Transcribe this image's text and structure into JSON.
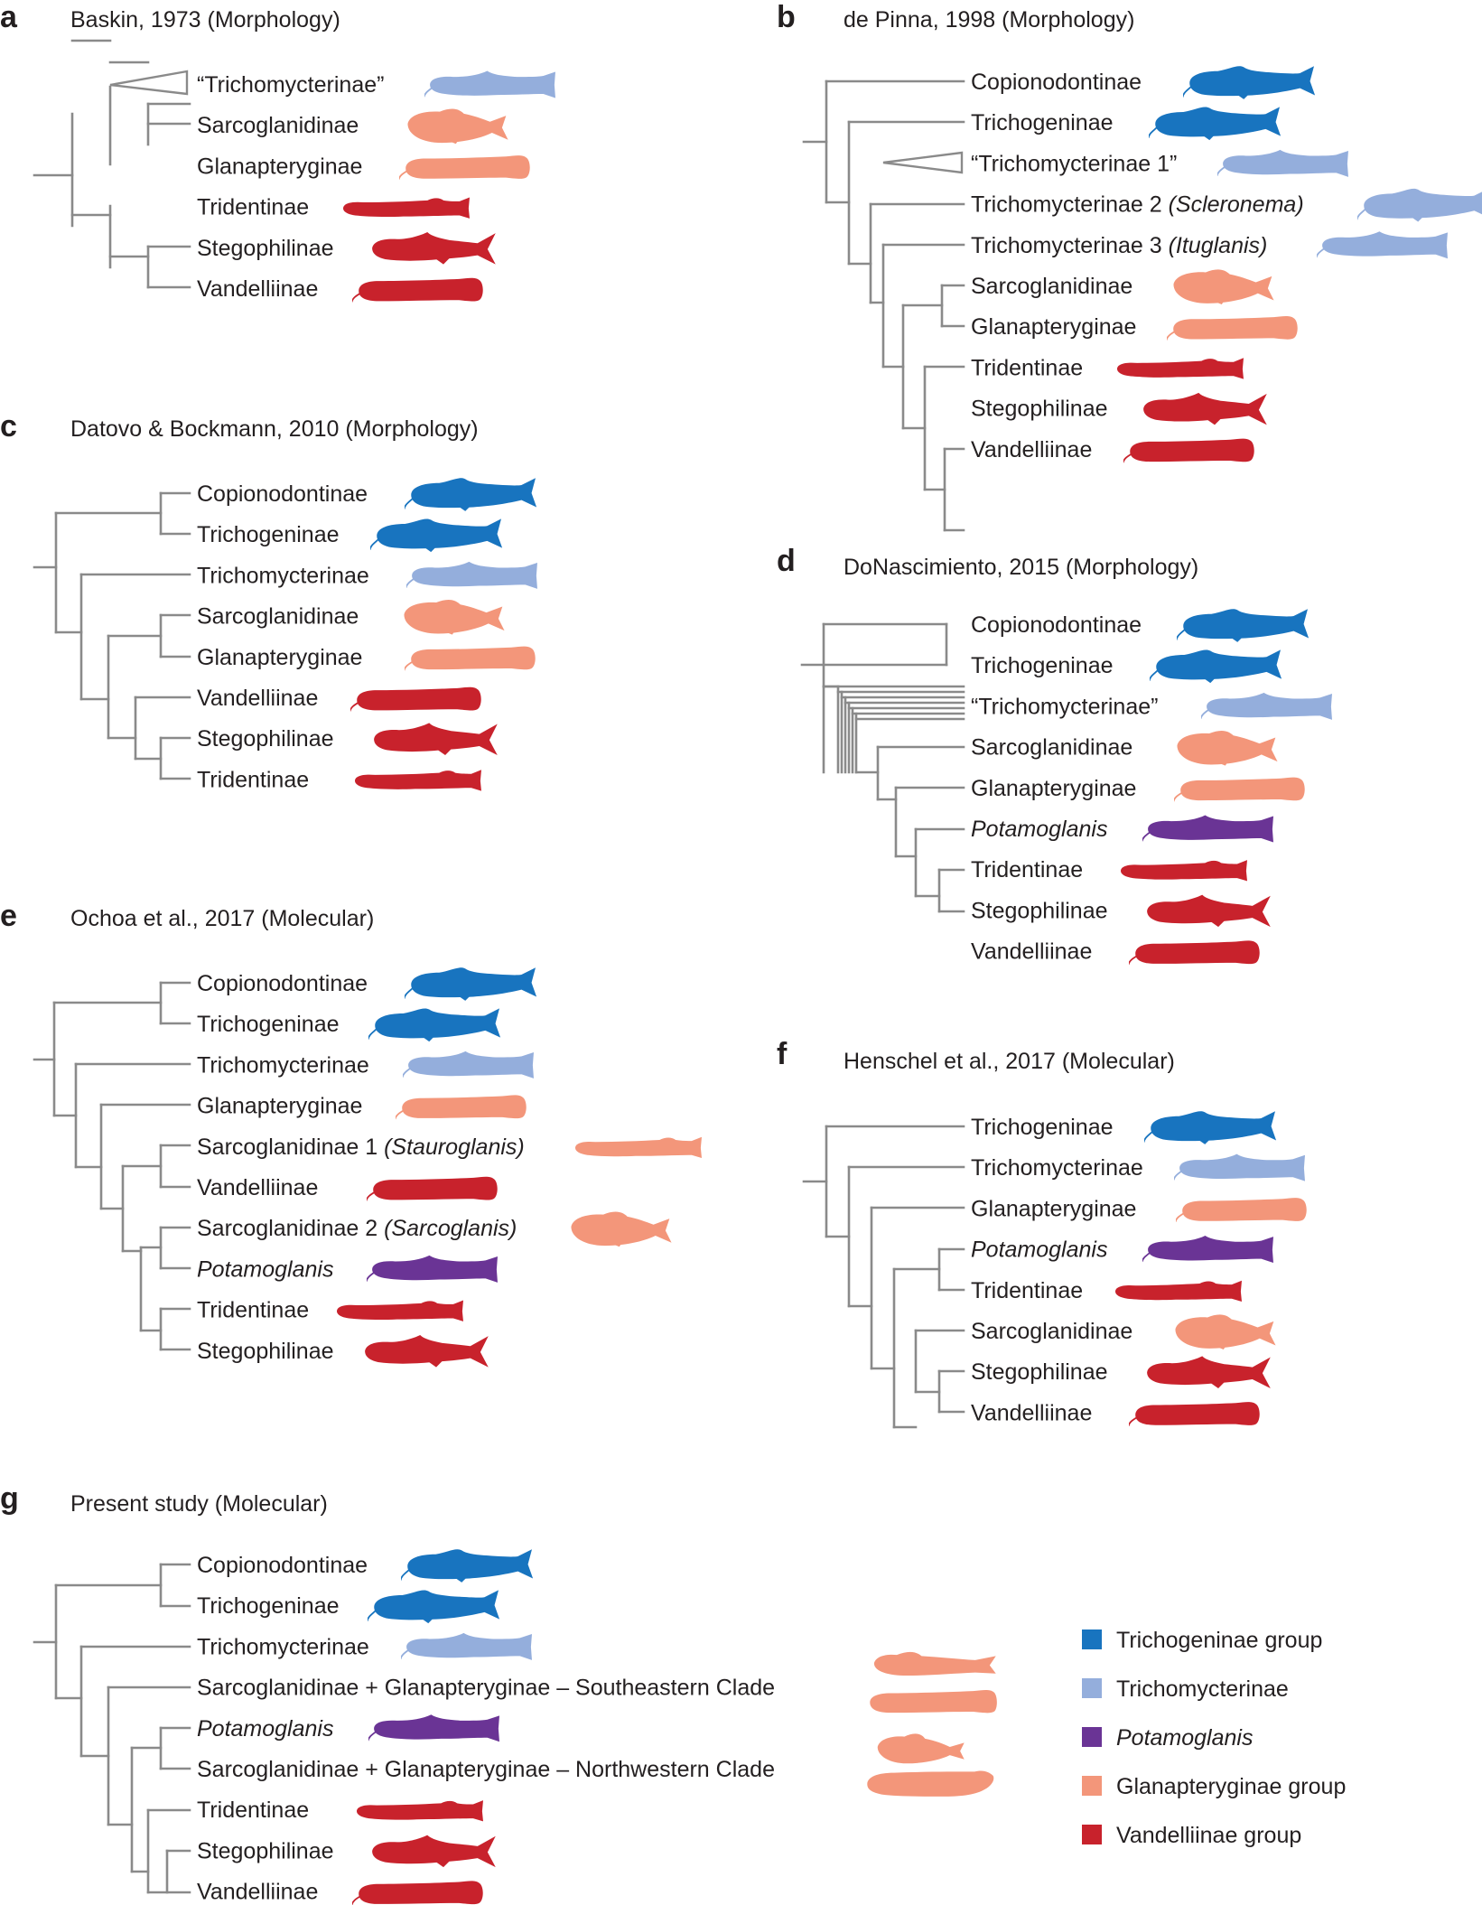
{
  "groups": {
    "trichogeninae_group": {
      "label": "Trichogeninae group",
      "color": "#1874bf"
    },
    "trichomycterinae": {
      "label": "Trichomycterinae",
      "color": "#94aedc"
    },
    "potamoglanis": {
      "label": "Potamoglanis",
      "color": "#6a3495"
    },
    "glanapteryginae_group": {
      "label": "Glanapteryginae group",
      "color": "#f3967a"
    },
    "vandelliinae_group": {
      "label": "Vandelliinae group",
      "color": "#c8222c"
    }
  },
  "legend_order": [
    "trichogeninae_group",
    "trichomycterinae",
    "potamoglanis",
    "glanapteryginae_group",
    "vandelliinae_group"
  ],
  "panels": [
    {
      "letter": "a",
      "title": "Baskin, 1973 (Morphology)",
      "tips": [
        {
          "parts": [
            {
              "t": "“Trichomycterinae”",
              "i": false
            }
          ],
          "group": "trichomycterinae",
          "icon": "slender-catfish-icon"
        },
        {
          "parts": [
            {
              "t": "Sarcoglanidinae",
              "i": false
            }
          ],
          "group": "glanapteryginae_group",
          "icon": "stout-catfish-icon"
        },
        {
          "parts": [
            {
              "t": "Glanapteryginae",
              "i": false
            }
          ],
          "group": "glanapteryginae_group",
          "icon": "eel-catfish-icon"
        },
        {
          "parts": [
            {
              "t": "Tridentinae",
              "i": false
            }
          ],
          "group": "vandelliinae_group",
          "icon": "thin-catfish-icon"
        },
        {
          "parts": [
            {
              "t": "Stegophilinae",
              "i": false
            }
          ],
          "group": "vandelliinae_group",
          "icon": "forktail-catfish-icon"
        },
        {
          "parts": [
            {
              "t": "Vandelliinae",
              "i": false
            }
          ],
          "group": "vandelliinae_group",
          "icon": "eel-catfish-icon"
        }
      ]
    },
    {
      "letter": "b",
      "title": "de Pinna, 1998 (Morphology)",
      "tips": [
        {
          "parts": [
            {
              "t": "Copionodontinae",
              "i": false
            }
          ],
          "group": "trichogeninae_group",
          "icon": "catfish-icon"
        },
        {
          "parts": [
            {
              "t": "Trichogeninae",
              "i": false
            }
          ],
          "group": "trichogeninae_group",
          "icon": "catfish-icon"
        },
        {
          "parts": [
            {
              "t": "“Trichomycterinae 1”",
              "i": false
            }
          ],
          "group": "trichomycterinae",
          "icon": "slender-catfish-icon"
        },
        {
          "parts": [
            {
              "t": "Trichomycterinae 2 ",
              "i": false
            },
            {
              "t": "(Scleronema)",
              "i": true
            }
          ],
          "group": "trichomycterinae",
          "icon": "catfish-icon"
        },
        {
          "parts": [
            {
              "t": "Trichomycterinae 3 ",
              "i": false
            },
            {
              "t": "(Ituglanis)",
              "i": true
            }
          ],
          "group": "trichomycterinae",
          "icon": "slender-catfish-icon"
        },
        {
          "parts": [
            {
              "t": "Sarcoglanidinae",
              "i": false
            }
          ],
          "group": "glanapteryginae_group",
          "icon": "stout-catfish-icon"
        },
        {
          "parts": [
            {
              "t": "Glanapteryginae",
              "i": false
            }
          ],
          "group": "glanapteryginae_group",
          "icon": "eel-catfish-icon"
        },
        {
          "parts": [
            {
              "t": "Tridentinae",
              "i": false
            }
          ],
          "group": "vandelliinae_group",
          "icon": "thin-catfish-icon"
        },
        {
          "parts": [
            {
              "t": "Stegophilinae",
              "i": false
            }
          ],
          "group": "vandelliinae_group",
          "icon": "forktail-catfish-icon"
        },
        {
          "parts": [
            {
              "t": "Vandelliinae",
              "i": false
            }
          ],
          "group": "vandelliinae_group",
          "icon": "eel-catfish-icon"
        }
      ]
    },
    {
      "letter": "c",
      "title": "Datovo & Bockmann, 2010 (Morphology)",
      "tips": [
        {
          "parts": [
            {
              "t": "Copionodontinae",
              "i": false
            }
          ],
          "group": "trichogeninae_group",
          "icon": "catfish-icon"
        },
        {
          "parts": [
            {
              "t": "Trichogeninae",
              "i": false
            }
          ],
          "group": "trichogeninae_group",
          "icon": "catfish-icon"
        },
        {
          "parts": [
            {
              "t": "Trichomycterinae",
              "i": false
            }
          ],
          "group": "trichomycterinae",
          "icon": "slender-catfish-icon"
        },
        {
          "parts": [
            {
              "t": "Sarcoglanidinae",
              "i": false
            }
          ],
          "group": "glanapteryginae_group",
          "icon": "stout-catfish-icon"
        },
        {
          "parts": [
            {
              "t": "Glanapteryginae",
              "i": false
            }
          ],
          "group": "glanapteryginae_group",
          "icon": "eel-catfish-icon"
        },
        {
          "parts": [
            {
              "t": "Vandelliinae",
              "i": false
            }
          ],
          "group": "vandelliinae_group",
          "icon": "eel-catfish-icon"
        },
        {
          "parts": [
            {
              "t": "Stegophilinae",
              "i": false
            }
          ],
          "group": "vandelliinae_group",
          "icon": "forktail-catfish-icon"
        },
        {
          "parts": [
            {
              "t": "Tridentinae",
              "i": false
            }
          ],
          "group": "vandelliinae_group",
          "icon": "thin-catfish-icon"
        }
      ]
    },
    {
      "letter": "d",
      "title": "DoNascimiento, 2015 (Morphology)",
      "tips": [
        {
          "parts": [
            {
              "t": "Copionodontinae",
              "i": false
            }
          ],
          "group": "trichogeninae_group",
          "icon": "catfish-icon"
        },
        {
          "parts": [
            {
              "t": "Trichogeninae",
              "i": false
            }
          ],
          "group": "trichogeninae_group",
          "icon": "catfish-icon"
        },
        {
          "parts": [
            {
              "t": "“Trichomycterinae”",
              "i": false
            }
          ],
          "group": "trichomycterinae",
          "icon": "slender-catfish-icon"
        },
        {
          "parts": [
            {
              "t": "Sarcoglanidinae",
              "i": false
            }
          ],
          "group": "glanapteryginae_group",
          "icon": "stout-catfish-icon"
        },
        {
          "parts": [
            {
              "t": "Glanapteryginae",
              "i": false
            }
          ],
          "group": "glanapteryginae_group",
          "icon": "eel-catfish-icon"
        },
        {
          "parts": [
            {
              "t": "Potamoglanis",
              "i": true
            }
          ],
          "group": "potamoglanis",
          "icon": "slender-catfish-icon"
        },
        {
          "parts": [
            {
              "t": "Tridentinae",
              "i": false
            }
          ],
          "group": "vandelliinae_group",
          "icon": "thin-catfish-icon"
        },
        {
          "parts": [
            {
              "t": "Stegophilinae",
              "i": false
            }
          ],
          "group": "vandelliinae_group",
          "icon": "forktail-catfish-icon"
        },
        {
          "parts": [
            {
              "t": "Vandelliinae",
              "i": false
            }
          ],
          "group": "vandelliinae_group",
          "icon": "eel-catfish-icon"
        }
      ]
    },
    {
      "letter": "e",
      "title": "Ochoa et al., 2017 (Molecular)",
      "tips": [
        {
          "parts": [
            {
              "t": "Copionodontinae",
              "i": false
            }
          ],
          "group": "trichogeninae_group",
          "icon": "catfish-icon"
        },
        {
          "parts": [
            {
              "t": "Trichogeninae",
              "i": false
            }
          ],
          "group": "trichogeninae_group",
          "icon": "catfish-icon"
        },
        {
          "parts": [
            {
              "t": "Trichomycterinae",
              "i": false
            }
          ],
          "group": "trichomycterinae",
          "icon": "slender-catfish-icon"
        },
        {
          "parts": [
            {
              "t": "Glanapteryginae",
              "i": false
            }
          ],
          "group": "glanapteryginae_group",
          "icon": "eel-catfish-icon"
        },
        {
          "parts": [
            {
              "t": "Sarcoglanidinae 1 ",
              "i": false
            },
            {
              "t": "(Stauroglanis)",
              "i": true
            }
          ],
          "group": "glanapteryginae_group",
          "icon": "thin-catfish-icon"
        },
        {
          "parts": [
            {
              "t": "Vandelliinae",
              "i": false
            }
          ],
          "group": "vandelliinae_group",
          "icon": "eel-catfish-icon"
        },
        {
          "parts": [
            {
              "t": "Sarcoglanidinae 2 ",
              "i": false
            },
            {
              "t": "(Sarcoglanis)",
              "i": true
            }
          ],
          "group": "glanapteryginae_group",
          "icon": "stout-catfish-icon"
        },
        {
          "parts": [
            {
              "t": "Potamoglanis",
              "i": true
            }
          ],
          "group": "potamoglanis",
          "icon": "slender-catfish-icon"
        },
        {
          "parts": [
            {
              "t": "Tridentinae",
              "i": false
            }
          ],
          "group": "vandelliinae_group",
          "icon": "thin-catfish-icon"
        },
        {
          "parts": [
            {
              "t": "Stegophilinae",
              "i": false
            }
          ],
          "group": "vandelliinae_group",
          "icon": "forktail-catfish-icon"
        }
      ]
    },
    {
      "letter": "f",
      "title": "Henschel et al., 2017 (Molecular)",
      "tips": [
        {
          "parts": [
            {
              "t": "Trichogeninae",
              "i": false
            }
          ],
          "group": "trichogeninae_group",
          "icon": "catfish-icon"
        },
        {
          "parts": [
            {
              "t": "Trichomycterinae",
              "i": false
            }
          ],
          "group": "trichomycterinae",
          "icon": "slender-catfish-icon"
        },
        {
          "parts": [
            {
              "t": "Glanapteryginae",
              "i": false
            }
          ],
          "group": "glanapteryginae_group",
          "icon": "eel-catfish-icon"
        },
        {
          "parts": [
            {
              "t": "Potamoglanis",
              "i": true
            }
          ],
          "group": "potamoglanis",
          "icon": "slender-catfish-icon"
        },
        {
          "parts": [
            {
              "t": "Tridentinae",
              "i": false
            }
          ],
          "group": "vandelliinae_group",
          "icon": "thin-catfish-icon"
        },
        {
          "parts": [
            {
              "t": "Sarcoglanidinae",
              "i": false
            }
          ],
          "group": "glanapteryginae_group",
          "icon": "stout-catfish-icon"
        },
        {
          "parts": [
            {
              "t": "Stegophilinae",
              "i": false
            }
          ],
          "group": "vandelliinae_group",
          "icon": "forktail-catfish-icon"
        },
        {
          "parts": [
            {
              "t": "Vandelliinae",
              "i": false
            }
          ],
          "group": "vandelliinae_group",
          "icon": "eel-catfish-icon"
        }
      ]
    },
    {
      "letter": "g",
      "title": "Present study (Molecular)",
      "tips": [
        {
          "parts": [
            {
              "t": "Copionodontinae",
              "i": false
            }
          ],
          "group": "trichogeninae_group",
          "icon": "catfish-icon"
        },
        {
          "parts": [
            {
              "t": "Trichogeninae",
              "i": false
            }
          ],
          "group": "trichogeninae_group",
          "icon": "catfish-icon"
        },
        {
          "parts": [
            {
              "t": "Trichomycterinae",
              "i": false
            }
          ],
          "group": "trichomycterinae",
          "icon": "slender-catfish-icon"
        },
        {
          "parts": [
            {
              "t": "Sarcoglanidinae + Glanapteryginae – Southeastern Clade",
              "i": false
            }
          ],
          "group": "glanapteryginae_group",
          "icon": "double-catfish-icon"
        },
        {
          "parts": [
            {
              "t": "Potamoglanis",
              "i": true
            }
          ],
          "group": "potamoglanis",
          "icon": "slender-catfish-icon"
        },
        {
          "parts": [
            {
              "t": "Sarcoglanidinae + Glanapteryginae – Northwestern Clade",
              "i": false
            }
          ],
          "group": "glanapteryginae_group",
          "icon": "double-stout-catfish-icon"
        },
        {
          "parts": [
            {
              "t": "Tridentinae",
              "i": false
            }
          ],
          "group": "vandelliinae_group",
          "icon": "thin-catfish-icon"
        },
        {
          "parts": [
            {
              "t": "Stegophilinae",
              "i": false
            }
          ],
          "group": "vandelliinae_group",
          "icon": "forktail-catfish-icon"
        },
        {
          "parts": [
            {
              "t": "Vandelliinae",
              "i": false
            }
          ],
          "group": "vandelliinae_group",
          "icon": "eel-catfish-icon"
        }
      ]
    }
  ]
}
